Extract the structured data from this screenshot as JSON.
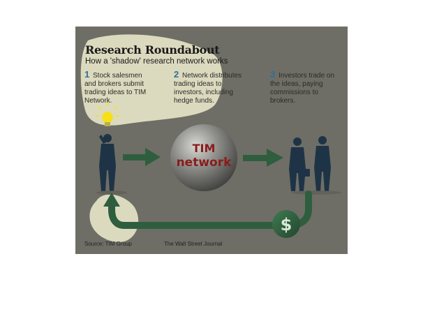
{
  "figure": {
    "title": "Research Roundabout",
    "subtitle": "How a 'shadow' research network works",
    "steps": [
      {
        "num": "1",
        "text": "Stock salesmen and brokers submit trading ideas to TIM Network."
      },
      {
        "num": "2",
        "text": "Network distributes trading ideas to investors, including hedge funds."
      },
      {
        "num": "3",
        "text": "Investors trade on the ideas, paying commissions to brokers."
      }
    ],
    "globe_label": {
      "line1": "TIM",
      "line2": "network"
    },
    "dollar_symbol": "$",
    "source": "Source: TIM Group",
    "publisher": "The Wall Street Journal"
  },
  "colors": {
    "background": "#6e6e66",
    "highlight": "#e8e6c8",
    "arrow_green": "#2f5e3e",
    "step_number_blue": "#2c6f9a",
    "figure_navy": "#1e3446",
    "globe_text_red": "#8a1c1c",
    "bulb_yellow": "#f6e018"
  }
}
